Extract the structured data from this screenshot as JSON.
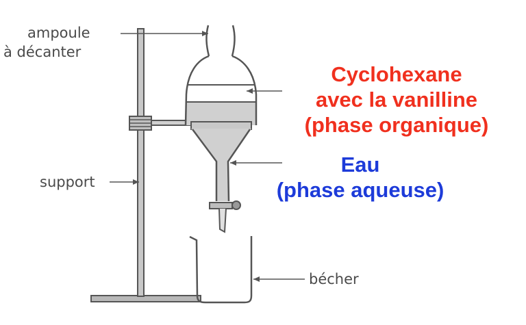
{
  "labels": {
    "ampoule_line1": "ampoule",
    "ampoule_line2": "à décanter",
    "support": "support",
    "becher": "bécher"
  },
  "annotations": {
    "organic_line1": "Cyclohexane",
    "organic_line2": "avec la vanilline",
    "organic_line3": "(phase organique)",
    "aqueous_line1": "Eau",
    "aqueous_line2": "(phase aqueuse)"
  },
  "colors": {
    "organic_text": "#f0301e",
    "aqueous_text": "#1d3bd9",
    "liquid_fill": "#d0d0d0",
    "drawing_stroke": "#555555"
  }
}
